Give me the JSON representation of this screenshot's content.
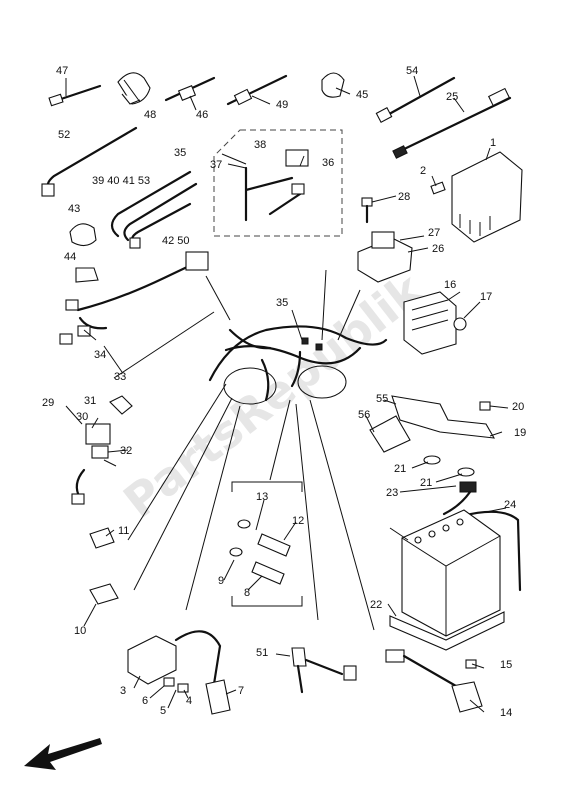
{
  "watermark": "PartsRepublik",
  "callouts": [
    "1",
    "2",
    "3",
    "4",
    "5",
    "6",
    "7",
    "8",
    "9",
    "10",
    "11",
    "12",
    "13",
    "14",
    "15",
    "16",
    "17",
    "19",
    "20",
    "21",
    "21",
    "22",
    "23",
    "24",
    "25",
    "26",
    "27",
    "28",
    "29",
    "30",
    "31",
    "32",
    "33",
    "34",
    "35",
    "35",
    "36",
    "37",
    "38",
    "39 40 41 53",
    "42 50",
    "43",
    "44",
    "45",
    "46",
    "47",
    "48",
    "49",
    "51",
    "52",
    "54",
    "55",
    "56"
  ],
  "icons": {
    "arrow": "front-direction-arrow-icon"
  }
}
